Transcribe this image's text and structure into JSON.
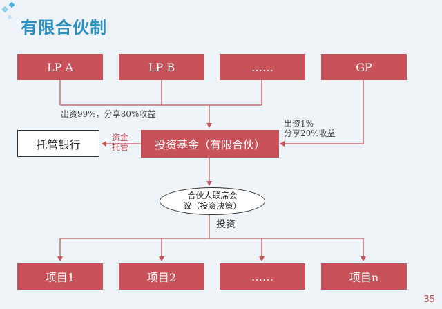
{
  "title": "有限合伙制",
  "partners": [
    "LP A",
    "LP B",
    "……",
    "GP"
  ],
  "fund": "投资基金（有限合伙）",
  "bank": "托管银行",
  "custody": {
    "line1": "资金",
    "line2": "托管"
  },
  "lp_note": "出资99%，分享80%收益",
  "gp_note": {
    "line1": "出资1%",
    "line2": "分享20%收益"
  },
  "committee": {
    "line1": "合伙人联席会",
    "line2": "议（投资决策）"
  },
  "invest_label": "投资",
  "projects": [
    "项目1",
    "项目2",
    "……",
    "项目n"
  ],
  "page_number": "35",
  "colors": {
    "box": "#c8525a",
    "title": "#2c8fbf",
    "line": "#c8525a"
  }
}
